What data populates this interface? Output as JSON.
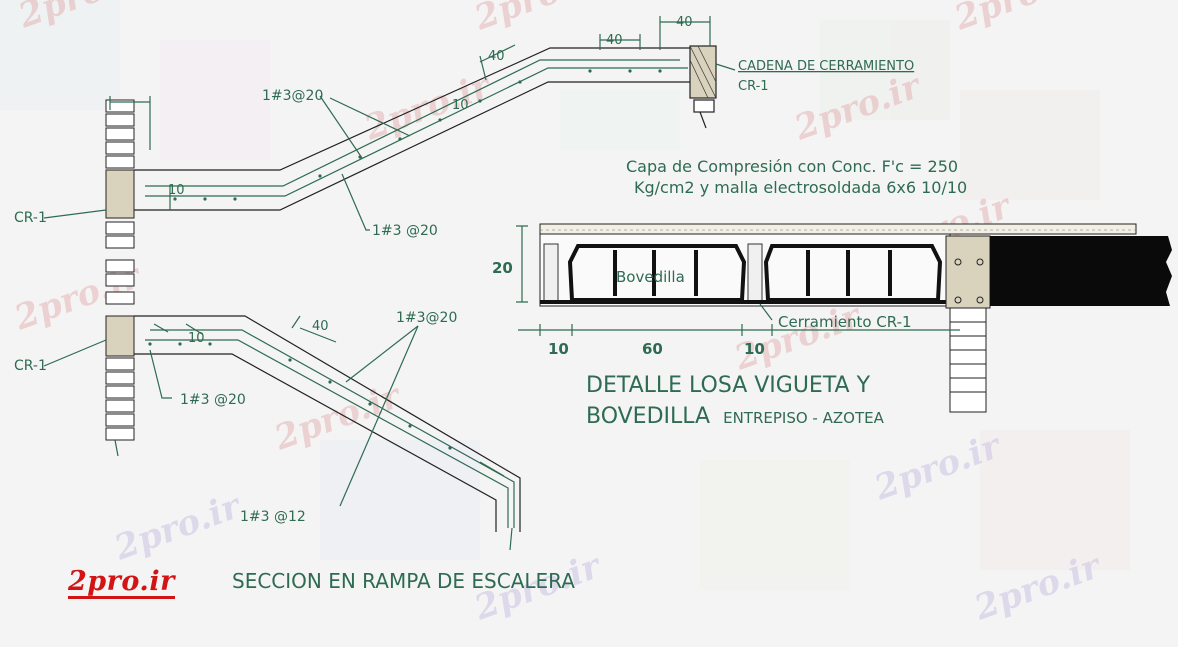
{
  "watermark": "2pro.ir",
  "logo": "2pro.ir",
  "stair_top": {
    "dims": [
      "40",
      "40",
      "40",
      "10",
      "10"
    ],
    "rebar_upper": "1#3@20",
    "rebar_lower": "1#3 @20",
    "beam_label": "CR-1",
    "chain_beam_title": "CADENA DE CERRAMIENTO",
    "chain_beam_code": "CR-1"
  },
  "stair_bottom": {
    "beam_label": "CR-1",
    "dims": [
      "10",
      "40"
    ],
    "rebar_upper": "1#3@20",
    "rebar_wall": "1#3 @20",
    "rebar_lower": "1#3 @12"
  },
  "slab_detail": {
    "note_line1": "Capa de Compresión con Conc. F'c = 250",
    "note_line2": "Kg/cm2 y malla electrosoldada 6x6 10/10",
    "height_dim": "20",
    "block_label": "Bovedilla",
    "beam_label": "Cerramiento CR-1",
    "dims": [
      "10",
      "60",
      "10"
    ],
    "title_line1": "DETALLE LOSA VIGUETA Y",
    "title_line2_big": "BOVEDILLA",
    "title_line2_small": "ENTREPISO - AZOTEA"
  },
  "section_title": "SECCION EN RAMPA DE ESCALERA",
  "colors": {
    "ink": "#2e6b52",
    "fill": "#111111",
    "logo": "#d21414"
  }
}
